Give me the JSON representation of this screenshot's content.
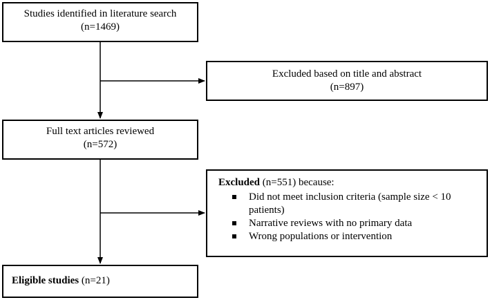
{
  "identified": {
    "title": "Studies identified in literature search",
    "count": "(n=1469)"
  },
  "excluded_title_abstract": {
    "title": "Excluded based on title and abstract",
    "count": "(n=897)"
  },
  "full_text": {
    "title": "Full text articles reviewed",
    "count": "(n=572)"
  },
  "excluded_full_text": {
    "heading": "Excluded",
    "heading_rest": " (n=551) because:",
    "reasons": [
      "Did not meet inclusion criteria (sample size < 10 patients)",
      "Narrative reviews with no primary data",
      "Wrong populations or intervention"
    ]
  },
  "eligible": {
    "title": "Eligible studies",
    "count": " (n=21)"
  }
}
